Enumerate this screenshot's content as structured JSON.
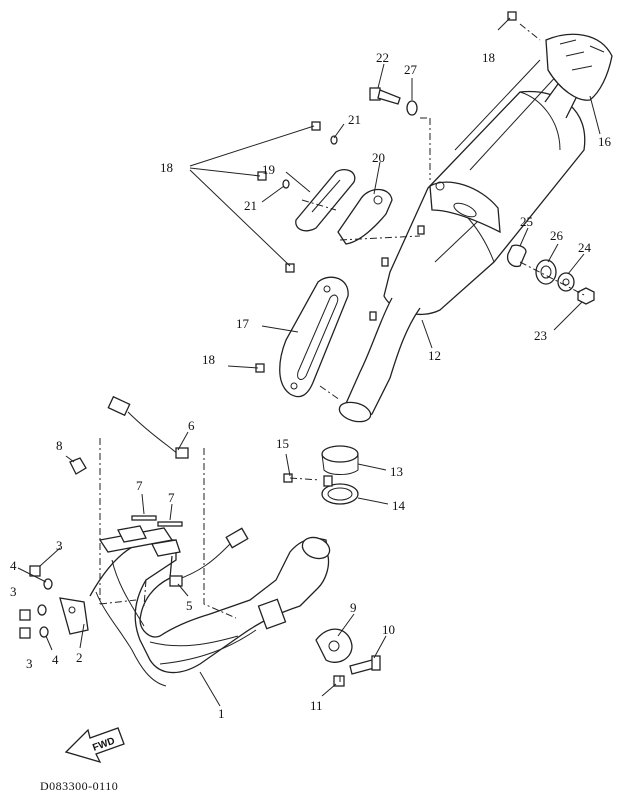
{
  "diagram": {
    "code": "D083300-0110",
    "fwd_label": "FWD",
    "callouts": [
      {
        "id": "c1",
        "label": "1"
      },
      {
        "id": "c2",
        "label": "2"
      },
      {
        "id": "c3a",
        "label": "3"
      },
      {
        "id": "c3b",
        "label": "3"
      },
      {
        "id": "c3c",
        "label": "3"
      },
      {
        "id": "c4a",
        "label": "4"
      },
      {
        "id": "c4b",
        "label": "4"
      },
      {
        "id": "c5",
        "label": "5"
      },
      {
        "id": "c6",
        "label": "6"
      },
      {
        "id": "c7a",
        "label": "7"
      },
      {
        "id": "c7b",
        "label": "7"
      },
      {
        "id": "c8",
        "label": "8"
      },
      {
        "id": "c9",
        "label": "9"
      },
      {
        "id": "c10",
        "label": "10"
      },
      {
        "id": "c11",
        "label": "11"
      },
      {
        "id": "c12",
        "label": "12"
      },
      {
        "id": "c13",
        "label": "13"
      },
      {
        "id": "c14",
        "label": "14"
      },
      {
        "id": "c15",
        "label": "15"
      },
      {
        "id": "c16",
        "label": "16"
      },
      {
        "id": "c17",
        "label": "17"
      },
      {
        "id": "c18a",
        "label": "18"
      },
      {
        "id": "c18b",
        "label": "18"
      },
      {
        "id": "c18c",
        "label": "18"
      },
      {
        "id": "c19",
        "label": "19"
      },
      {
        "id": "c20",
        "label": "20"
      },
      {
        "id": "c21a",
        "label": "21"
      },
      {
        "id": "c21b",
        "label": "21"
      },
      {
        "id": "c22",
        "label": "22"
      },
      {
        "id": "c23",
        "label": "23"
      },
      {
        "id": "c24",
        "label": "24"
      },
      {
        "id": "c25",
        "label": "25"
      },
      {
        "id": "c26",
        "label": "26"
      },
      {
        "id": "c27",
        "label": "27"
      }
    ]
  }
}
